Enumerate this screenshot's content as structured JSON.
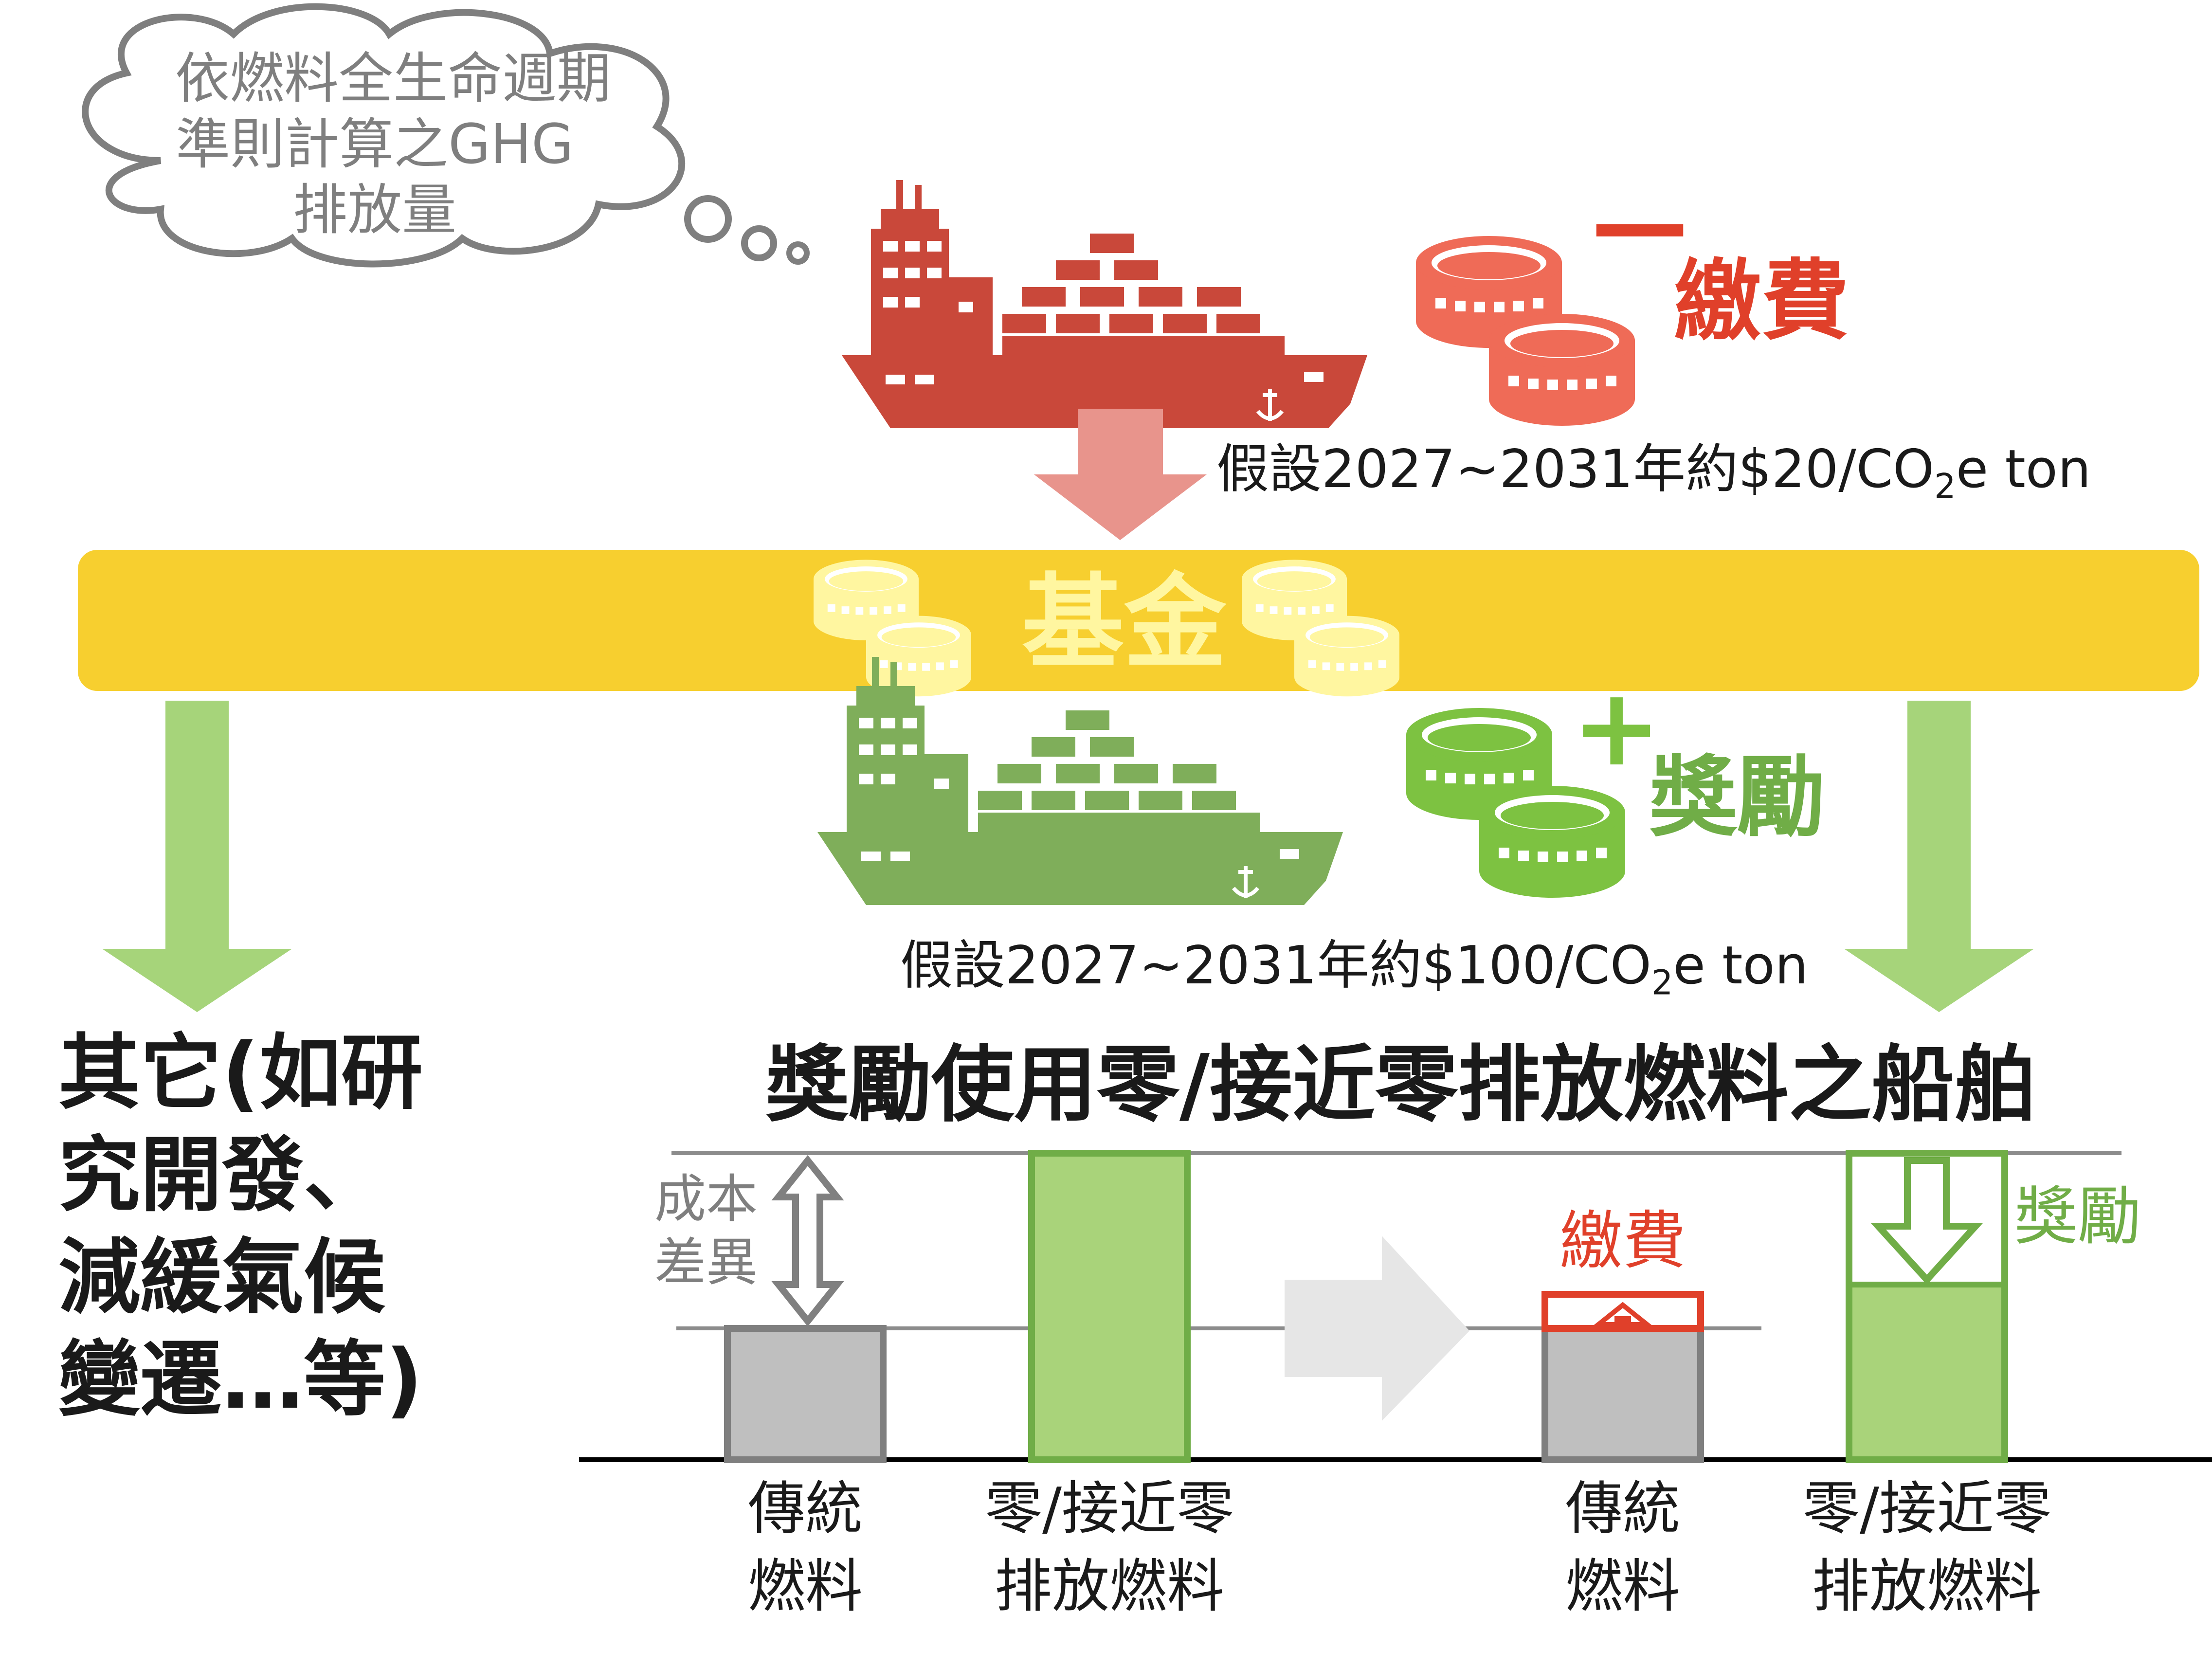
{
  "thought_bubble": {
    "lines": [
      "依燃料全生命週期",
      "準則計算之GHG",
      "排放量"
    ]
  },
  "penalty": {
    "sign": "—",
    "label": "繳費",
    "rate_prefix": "假設2027~2031年約$20/CO",
    "rate_sub": "2",
    "rate_suffix": "e ton"
  },
  "fund": {
    "label": "基金"
  },
  "reward": {
    "sign": "+",
    "label": "獎勵",
    "rate_prefix": "假設2027~2031年約$100/CO",
    "rate_sub": "2",
    "rate_suffix": "e ton"
  },
  "other_uses": {
    "lines": [
      "其它(如研",
      "究開發、",
      "減緩氣候",
      "變遷…等)"
    ]
  },
  "section_title": "獎勵使用零/接近零排放燃料之船舶",
  "cost_gap": {
    "lines": [
      "成本",
      "差異"
    ]
  },
  "bars_left": [
    {
      "lines": [
        "傳統",
        "燃料"
      ]
    },
    {
      "lines": [
        "零/接近零",
        "排放燃料"
      ]
    }
  ],
  "bars_right": [
    {
      "lines": [
        "傳統",
        "燃料"
      ],
      "overlay_label": "繳費"
    },
    {
      "lines": [
        "零/接近零",
        "排放燃料"
      ],
      "overlay_label": "獎勵"
    }
  ],
  "colors": {
    "penalty_red": "#C9483A",
    "penalty_coin": "#EF6B57",
    "fund_yellow": "#F7CF2F",
    "fund_coin": "#FFF6A0",
    "reward_green": "#7FAE5A",
    "reward_coin": "#7DC241",
    "arrow_green": "#A6D47A",
    "arrow_pink": "#E8948C",
    "bar_gray": "#BFBFBF",
    "bar_green": "#A9D37A",
    "text_gray": "#7F7F7F",
    "text_dark": "#1A1A1A"
  }
}
